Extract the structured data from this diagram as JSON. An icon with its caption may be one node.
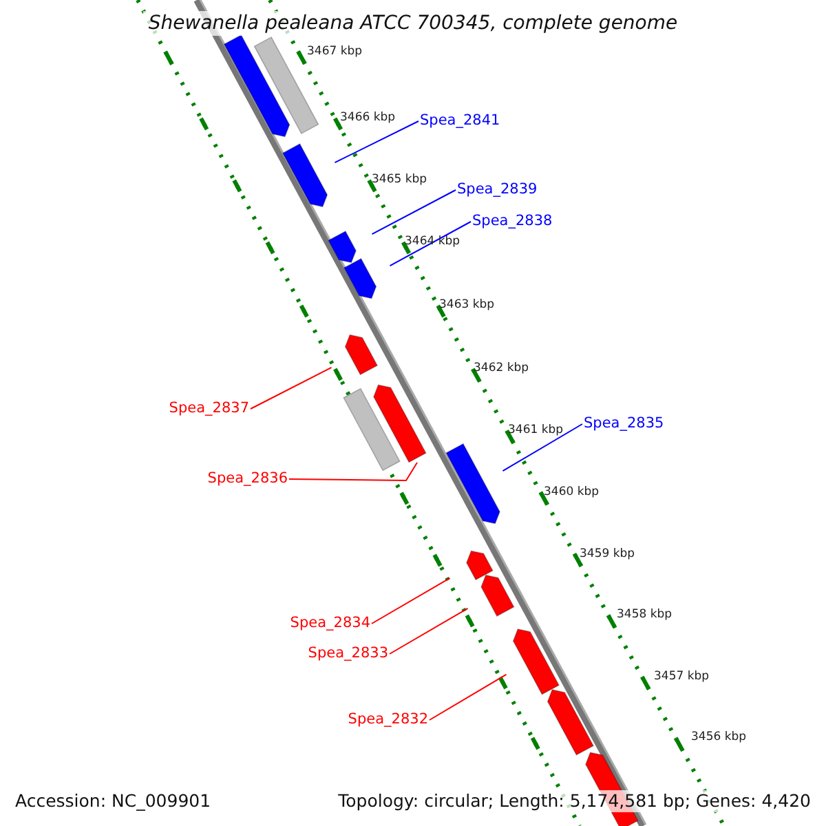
{
  "diagram": {
    "title": "Shewanella pealeana ATCC 700345, complete genome",
    "nodes": [
      {
        "text": [
          "Spea_2841"
        ]
      },
      {
        "text": [
          "Spea_2839"
        ]
      },
      {
        "text": [
          "Spea_2838"
        ]
      },
      {
        "text": [
          "Spea_2837"
        ]
      },
      {
        "text": [
          "Spea_2835"
        ]
      },
      {
        "text": [
          "Spea_2836"
        ]
      },
      {
        "text": [
          "Spea_2834"
        ]
      },
      {
        "text": [
          "Spea_2833"
        ]
      },
      {
        "text": [
          "Spea_2832"
        ]
      },
      {
        "text": [],
        "shape": "arrow"
      },
      {
        "text": [],
        "shape": "bar"
      },
      {
        "text": [],
        "shape": "arrow"
      },
      {
        "text": [],
        "shape": "arrow"
      },
      {
        "text": [],
        "shape": "arrow"
      },
      {
        "text": [],
        "shape": "arrow"
      },
      {
        "text": [],
        "shape": "bar"
      },
      {
        "text": [],
        "shape": "arrow"
      },
      {
        "text": [],
        "shape": "arrow"
      },
      {
        "text": [],
        "shape": "arrow"
      },
      {
        "text": [],
        "shape": "arrow"
      },
      {
        "text": [],
        "shape": "arrow"
      },
      {
        "text": [],
        "shape": "arrow"
      },
      {
        "text": [],
        "shape": "arrow"
      }
    ],
    "edges": [
      {
        "from": 0,
        "to": 11,
        "arrow": "none",
        "color": "#0000ff"
      },
      {
        "from": 1,
        "to": 12,
        "arrow": "none",
        "color": "#0000ff"
      },
      {
        "from": 2,
        "to": 13,
        "arrow": "none",
        "color": "#0000ff"
      },
      {
        "from": 3,
        "to": 14,
        "arrow": "none"
      },
      {
        "from": 4,
        "to": 17,
        "arrow": "none",
        "color": "#0000ff"
      },
      {
        "from": 5,
        "to": 16,
        "arrow": "none"
      },
      {
        "from": 6,
        "to": 18,
        "arrow": "none"
      },
      {
        "from": 7,
        "to": 19,
        "arrow": "none"
      },
      {
        "from": 8,
        "to": 20,
        "arrow": "none"
      }
    ],
    "labels": [
      "3467 kbp",
      "3466 kbp",
      "3465 kbp",
      "3464 kbp",
      "3463 kbp",
      "3462 kbp",
      "3461 kbp",
      "3460 kbp",
      "3459 kbp",
      "3458 kbp",
      "3457 kbp",
      "3456 kbp",
      "Accession: NC_009901",
      "Topology: circular; Length: 5,174,581 bp; Genes: 4,420"
    ]
  }
}
